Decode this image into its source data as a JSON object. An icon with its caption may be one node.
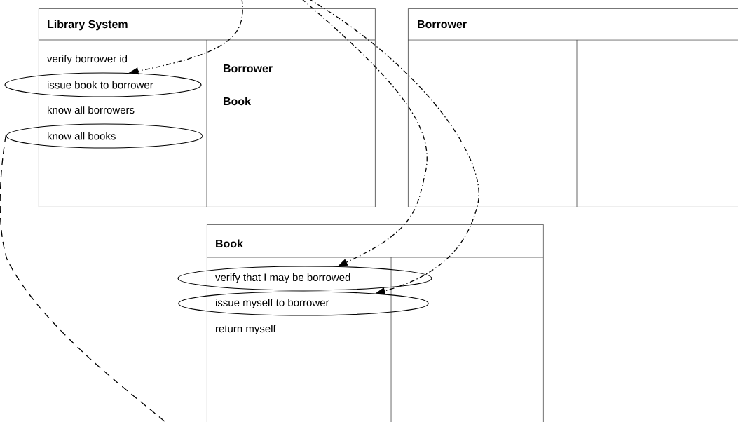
{
  "diagram": {
    "nodes": [
      {
        "text": [
          "Library System"
        ]
      },
      {
        "text": [
          "verify borrower id"
        ],
        "in": 0
      },
      {
        "text": [
          "issue book to borrower"
        ]
      },
      {
        "text": [
          "know all borrowers"
        ],
        "in": 0
      },
      {
        "text": [
          "know all books"
        ]
      },
      {
        "text": [
          "Borrower"
        ],
        "in": 0
      },
      {
        "text": [
          "Book"
        ],
        "in": 0
      },
      {
        "text": [
          "Borrower"
        ]
      },
      {
        "text": [
          "Book"
        ]
      },
      {
        "text": [
          "verify that I may be borrowed"
        ]
      },
      {
        "text": [
          "issue myself to borrower"
        ]
      },
      {
        "text": [
          "return myself"
        ],
        "in": 8
      }
    ],
    "edges": [
      {
        "from": null,
        "to": 2,
        "arrow": "to"
      },
      {
        "from": null,
        "to": 9,
        "arrow": "to"
      },
      {
        "from": null,
        "to": 10,
        "arrow": "to"
      },
      {
        "from": 4,
        "to": null,
        "arrow": "none",
        "style": "dashed"
      }
    ]
  }
}
